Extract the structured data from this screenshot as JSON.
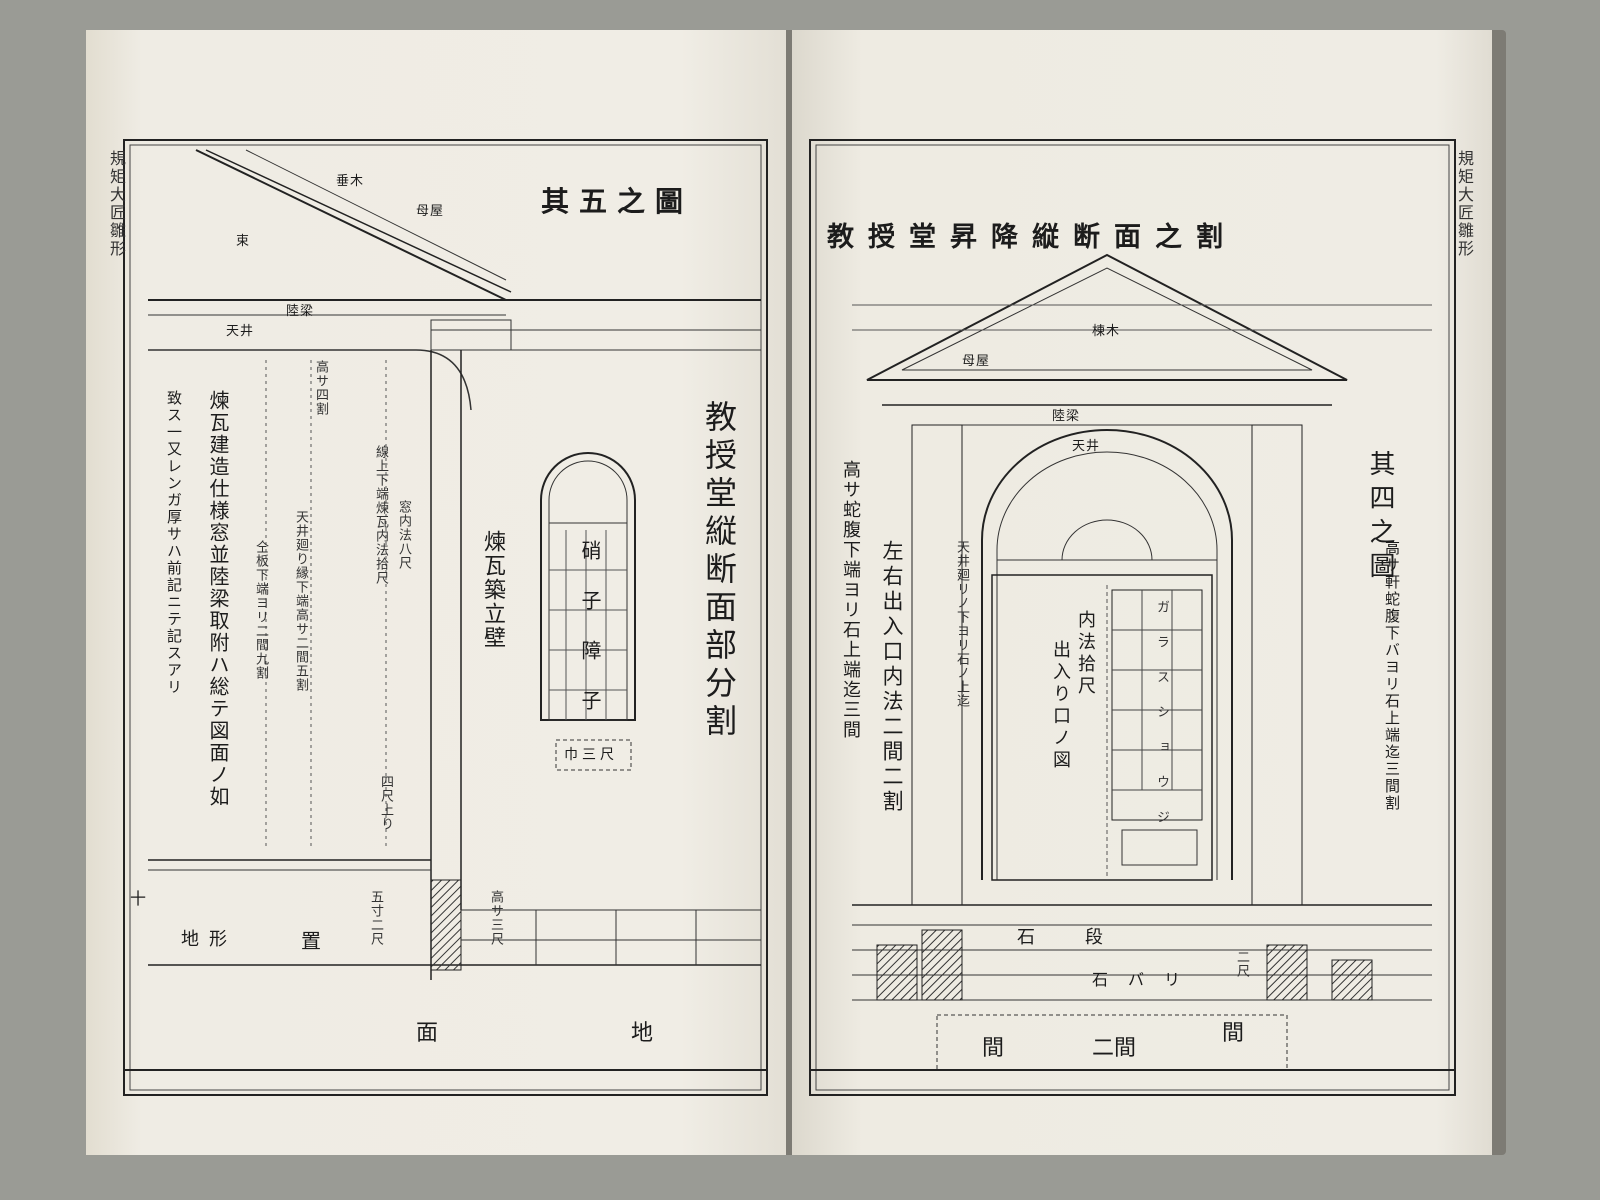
{
  "left_page": {
    "title": "其五之圖",
    "heading": "教授堂縦断面部分割",
    "margin_label": "規矩大匠雛形",
    "window_label": "硝子障子",
    "window_width": "巾三尺",
    "brick_wall": "煉瓦築立壁",
    "window_height_note": "窓内法八尺",
    "window_lower_note": "線上下端煉瓦内法拾尺",
    "four_feet": "四尺上り",
    "ceiling_note": "天井廻り縁下端高サ二間五割",
    "floor_note": "仝板下端ヨリ二間九割",
    "height_note": "高サ四割",
    "construction_note": "煉瓦建造仕様窓並陸梁取附ハ総テ図面ノ如",
    "construction_note2": "致ス一又レンガ厚サハ前記ニテ記スアリ",
    "place_label": "置",
    "ground_label": "地形",
    "floor_height": "五寸二尺",
    "plinth_height": "高サ三尺",
    "ground_line_left": "面",
    "ground_line_right": "地",
    "page_number": "十",
    "roof_labels": [
      "陸梁",
      "天井",
      "束",
      "垂木",
      "母屋"
    ]
  },
  "right_page": {
    "title": "教授堂昇降縦断面之割",
    "sub_title": "其四之圖",
    "margin_label": "規矩大匠雛形",
    "left_note": "高サ蛇腹下端ヨリ石上端迄三間",
    "door_note": "左右出入口内法二間二割",
    "ceiling_note": "天井廻リノ下ヨリ石ノ上迄",
    "door_inner": "内法拾尺",
    "door_label": "出入り口ノ図",
    "glass_label": "ガラスショウジ",
    "right_note": "高サ軒蛇腹下バヨリ石上端迄三間割",
    "step_label": "石段",
    "foundation": "石バリ",
    "two_feet": "二尺",
    "span_label": "二間",
    "span_left": "間",
    "span_right": "間",
    "pediment_labels": [
      "陸梁",
      "天井",
      "母屋",
      "棟木"
    ]
  }
}
